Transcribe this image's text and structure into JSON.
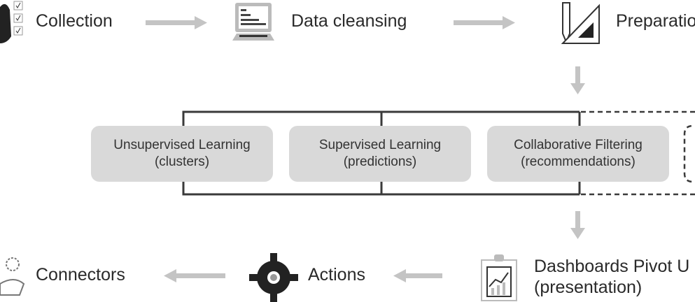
{
  "steps": {
    "collection": "Collection",
    "cleansing": "Data cleansing",
    "preparation": "Preparation",
    "dashboards_line1": "Dashboards Pivot U",
    "dashboards_line2": "(presentation)",
    "actions": "Actions",
    "connectors": "Connectors"
  },
  "models": [
    {
      "title": "Unsupervised Learning",
      "subtitle": "(clusters)"
    },
    {
      "title": "Supervised Learning",
      "subtitle": "(predictions)"
    },
    {
      "title": "Collaborative Filtering",
      "subtitle": "(recommendations)"
    }
  ],
  "colors": {
    "arrow": "#c4c4c4",
    "box": "#d9d9d9",
    "line": "#3a3a3a"
  }
}
